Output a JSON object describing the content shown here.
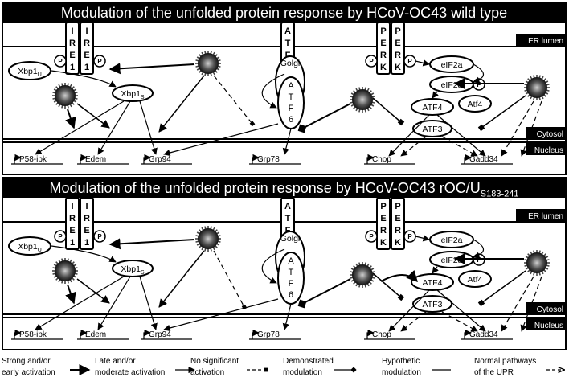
{
  "panels": [
    {
      "title": "Modulation of the unfolded protein response by HCoV-OC43 wild type",
      "title_sub": ""
    },
    {
      "title": "Modulation of the unfolded protein response by HCoV-OC43 rOC/U",
      "title_sub": "S183-241"
    }
  ],
  "compartments": {
    "er_lumen": "ER lumen",
    "cytosol": "Cytosol",
    "nucleus": "Nucleus"
  },
  "proteins": {
    "ire1_letters": [
      "I",
      "R",
      "E",
      "1"
    ],
    "atf6_letters": [
      "A",
      "T",
      "F",
      "6"
    ],
    "perk_letters": [
      "P",
      "E",
      "R",
      "K"
    ],
    "phospho": "P",
    "golgi": "Golgi",
    "xbp1u": "Xbp1",
    "xbp1u_sub": "U",
    "xbp1s": "Xbp1",
    "xbp1s_sub": "S",
    "eif2a": "eIF2a",
    "eif2a_p": "eIF2a",
    "atf4": "ATF4",
    "atf4_small": "Atf4",
    "atf3": "ATF3"
  },
  "genes": [
    "P58-ipk",
    "Edem",
    "Grp94",
    "Grp78",
    "Chop",
    "Gadd34"
  ],
  "legend": {
    "items": [
      {
        "line1": "Strong and/or",
        "line2": "early activation"
      },
      {
        "line1": "Late and/or",
        "line2": "moderate activation"
      },
      {
        "line1": "No significant",
        "line2": "activation"
      },
      {
        "line1": "Demonstrated",
        "line2": "modulation"
      },
      {
        "line1": "Hypothetic",
        "line2": "modulation"
      },
      {
        "line1": "Normal pathways",
        "line2": "of the UPR"
      }
    ]
  }
}
